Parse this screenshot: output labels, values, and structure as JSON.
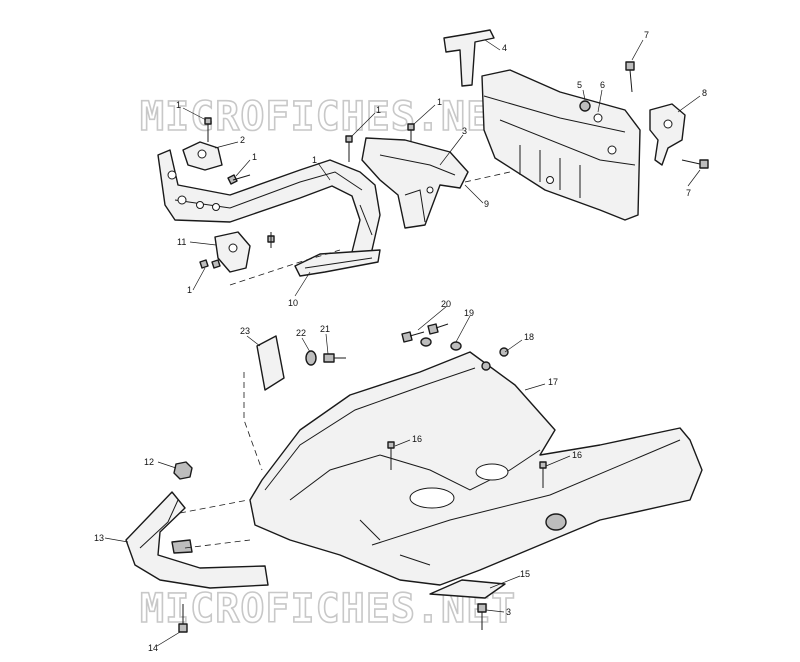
{
  "watermark": "MICROFICHES.NET",
  "callouts": {
    "c1a": "1",
    "c1b": "1",
    "c1c": "1",
    "c1d": "1",
    "c1e": "1",
    "c1f": "1",
    "c2": "2",
    "c3a": "3",
    "c3b": "3",
    "c4": "4",
    "c5": "5",
    "c6": "6",
    "c7a": "7",
    "c7b": "7",
    "c8": "8",
    "c9": "9",
    "c10": "10",
    "c11": "11",
    "c12": "12",
    "c13": "13",
    "c14": "14",
    "c15": "15",
    "c16a": "16",
    "c16b": "16",
    "c17": "17",
    "c18": "18",
    "c19": "19",
    "c20": "20",
    "c21": "21",
    "c22": "22",
    "c23": "23"
  }
}
